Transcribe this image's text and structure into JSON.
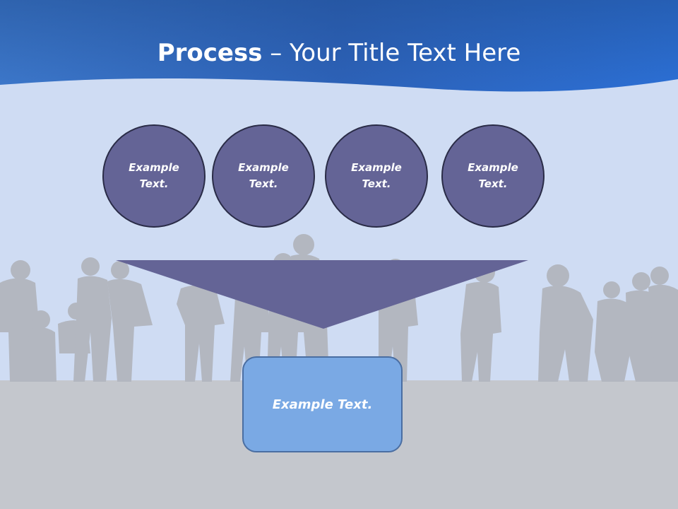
{
  "slide": {
    "title_bold": "Process",
    "title_rest": " – Your Title Text Here",
    "circles": [
      {
        "label": "Example Text."
      },
      {
        "label": "Example Text."
      },
      {
        "label": "Example Text."
      },
      {
        "label": "Example Text."
      }
    ],
    "box_label": "Example Text."
  },
  "colors": {
    "header_blue": "#2f6cc4",
    "background_light_blue": "#cfdcf3",
    "circle_fill": "#646496",
    "funnel_fill": "#646496",
    "box_fill": "#7aa9e4",
    "ground_gray": "#c4c7cd",
    "silhouette_gray": "#b2b6be"
  }
}
